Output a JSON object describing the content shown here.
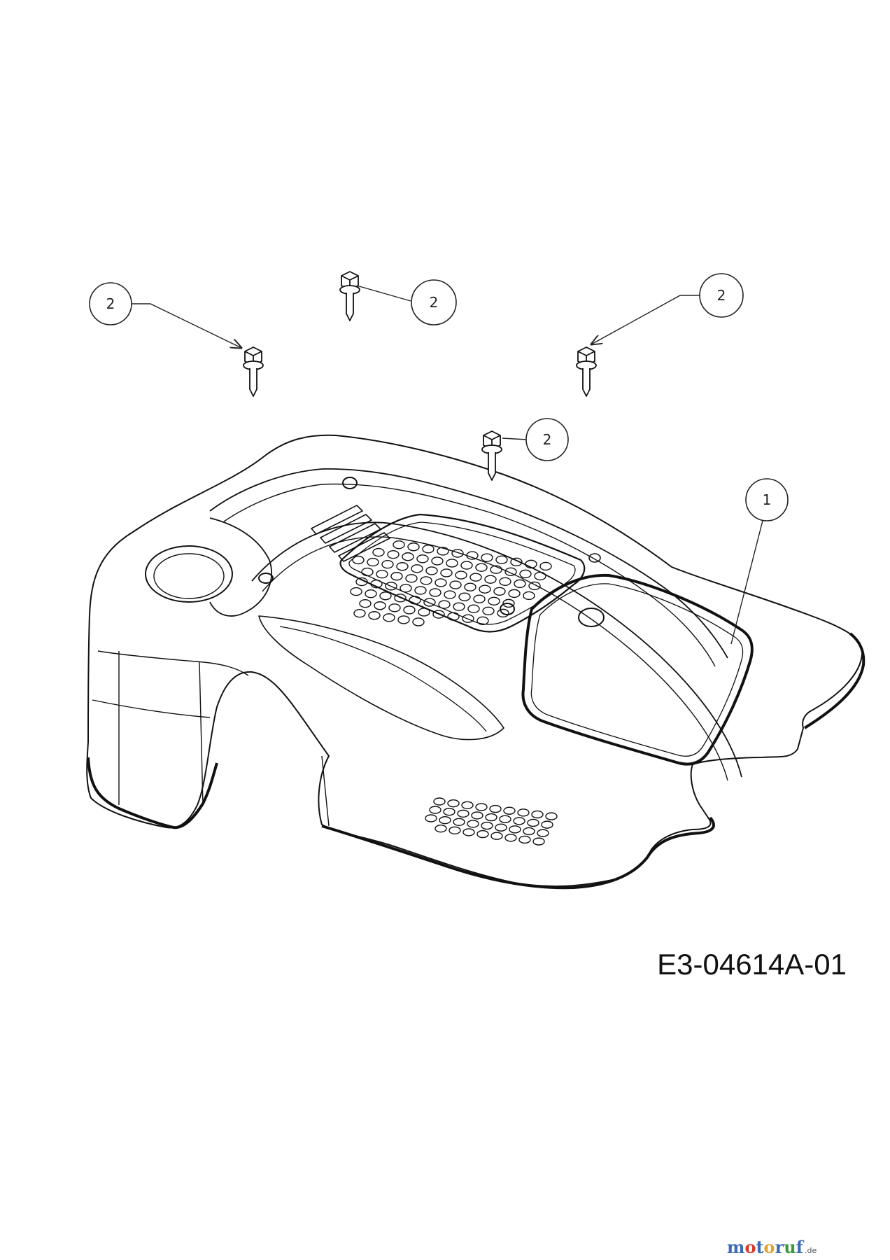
{
  "diagram": {
    "drawing_code": "E3-04614A-01",
    "callouts": [
      {
        "id": "c1",
        "label": "1"
      },
      {
        "id": "c2a",
        "label": "2"
      },
      {
        "id": "c2b",
        "label": "2"
      },
      {
        "id": "c2c",
        "label": "2"
      },
      {
        "id": "c2d",
        "label": "2"
      }
    ]
  },
  "watermark": {
    "letters": [
      {
        "char": "m",
        "color": "#3b6bb5"
      },
      {
        "char": "o",
        "color": "#d63a2f"
      },
      {
        "char": "t",
        "color": "#3b6bb5"
      },
      {
        "char": "o",
        "color": "#e2a32a"
      },
      {
        "char": "r",
        "color": "#3b6bb5"
      },
      {
        "char": "u",
        "color": "#3a9a3a"
      },
      {
        "char": "f",
        "color": "#3b6bb5"
      }
    ],
    "suffix": ".de"
  }
}
